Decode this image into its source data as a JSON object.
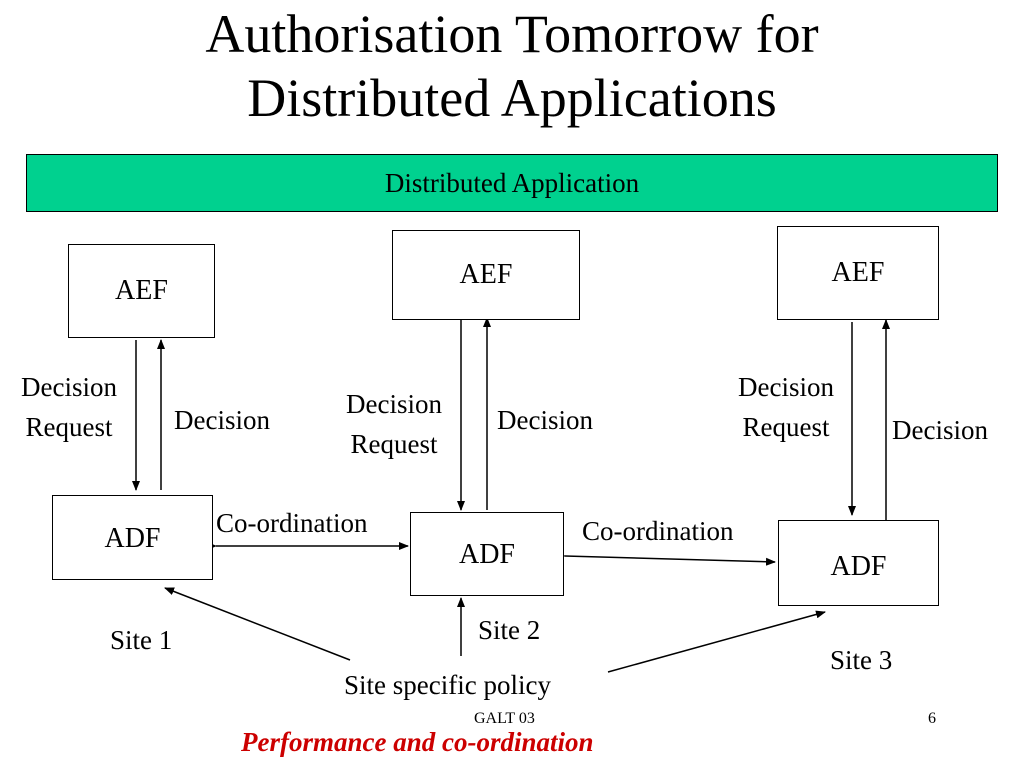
{
  "title": {
    "line1": "Authorisation Tomorrow for",
    "line2": "Distributed Applications"
  },
  "banner": {
    "label": "Distributed Application",
    "color": "#00d18f"
  },
  "sites": [
    {
      "aef": "AEF",
      "adf": "ADF",
      "request_line1": "Decision",
      "request_line2": "Request",
      "decision": "Decision",
      "site": "Site 1"
    },
    {
      "aef": "AEF",
      "adf": "ADF",
      "request_line1": "Decision",
      "request_line2": "Request",
      "decision": "Decision",
      "site": "Site 2"
    },
    {
      "aef": "AEF",
      "adf": "ADF",
      "request_line1": "Decision",
      "request_line2": "Request",
      "decision": "Decision",
      "site": "Site 3"
    }
  ],
  "coordination": [
    "Co-ordination",
    "Co-ordination"
  ],
  "policy": "Site specific policy",
  "footer": {
    "center": "GALT 03",
    "page": "6"
  },
  "subtitle": {
    "text": "Performance and co-ordination",
    "color": "#cc0000"
  }
}
